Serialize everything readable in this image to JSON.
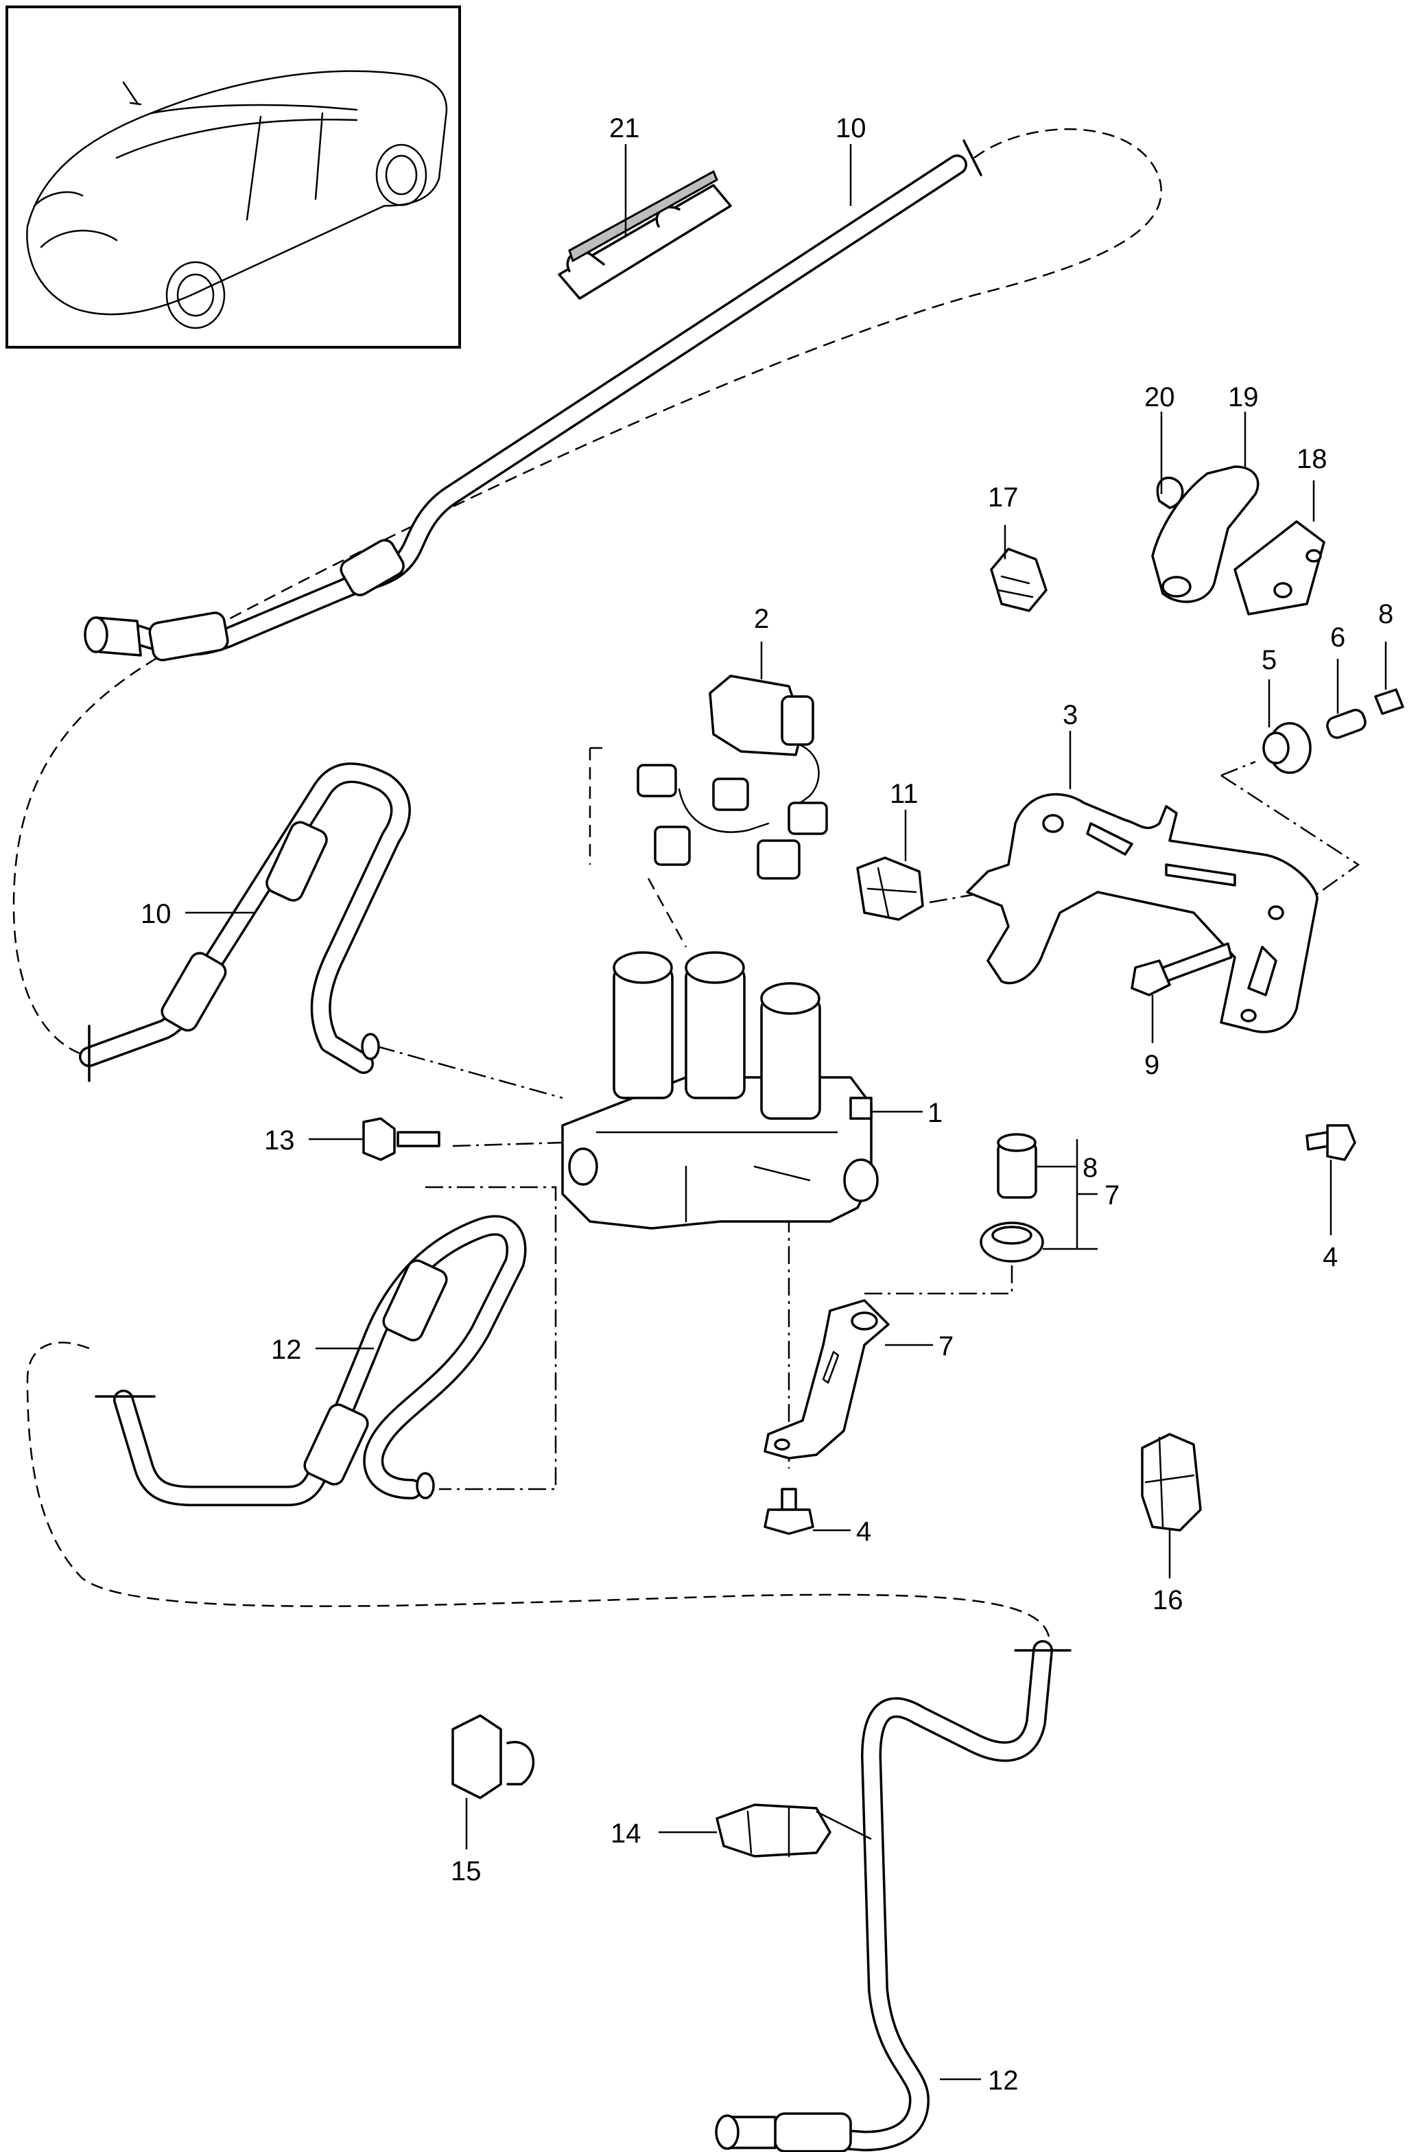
{
  "diagram": {
    "callouts": {
      "c21": "21",
      "c10a": "10",
      "c20": "20",
      "c19": "19",
      "c18": "18",
      "c17": "17",
      "c2": "2",
      "c8a": "8",
      "c6": "6",
      "c5": "5",
      "c3": "3",
      "c11": "11",
      "c10b": "10",
      "c9": "9",
      "c4a": "4",
      "c1": "1",
      "c13": "13",
      "c8b": "8",
      "c7a": "7",
      "c12a": "12",
      "c7b": "7",
      "c4b": "4",
      "c16": "16",
      "c15": "15",
      "c14": "14",
      "c12b": "12"
    }
  }
}
